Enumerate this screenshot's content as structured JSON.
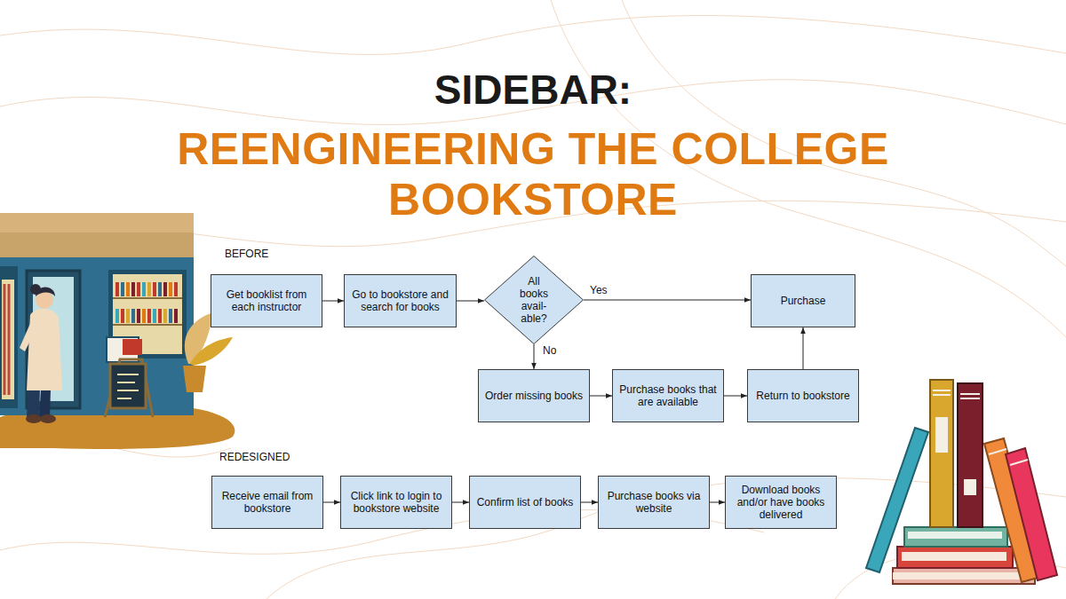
{
  "diagram": {
    "title": "REENGINEERING THE COLLEGE BOOKSTORE",
    "nodes": [
      {
        "text": [
          "Get booklist from each instructor"
        ]
      },
      {
        "text": [
          "Go to bookstore and search for books"
        ]
      },
      {
        "text": [
          "All books avail- able?"
        ]
      },
      {
        "text": [
          "Purchase"
        ]
      },
      {
        "text": [
          "Order missing books"
        ]
      },
      {
        "text": [
          "Purchase books that are available"
        ]
      },
      {
        "text": [
          "Return to bookstore"
        ]
      },
      {
        "text": [
          "Receive email from bookstore"
        ]
      },
      {
        "text": [
          "Click link to login to bookstore website"
        ]
      },
      {
        "text": [
          "Confirm list of books"
        ]
      },
      {
        "text": [
          "Purchase books via website"
        ]
      },
      {
        "text": [
          "Download books and/or have books delivered"
        ]
      }
    ],
    "edges": [
      {
        "from": 0,
        "to": 1,
        "arrow": "to"
      },
      {
        "from": 1,
        "to": 2,
        "arrow": "to"
      },
      {
        "from": 2,
        "to": 3,
        "label": "Yes",
        "arrow": "to"
      },
      {
        "from": 2,
        "to": 4,
        "label": "No",
        "arrow": "to"
      },
      {
        "from": 4,
        "to": 5,
        "arrow": "to"
      },
      {
        "from": 5,
        "to": 6,
        "arrow": "to"
      },
      {
        "from": 6,
        "to": 3,
        "arrow": "to"
      },
      {
        "from": 7,
        "to": 8,
        "arrow": "to"
      },
      {
        "from": 8,
        "to": 9,
        "arrow": "to"
      },
      {
        "from": 9,
        "to": 10,
        "arrow": "to"
      },
      {
        "from": 10,
        "to": 11,
        "arrow": "to"
      }
    ],
    "labels": [
      "SIDEBAR:",
      "BEFORE",
      "REDESIGNED"
    ]
  }
}
